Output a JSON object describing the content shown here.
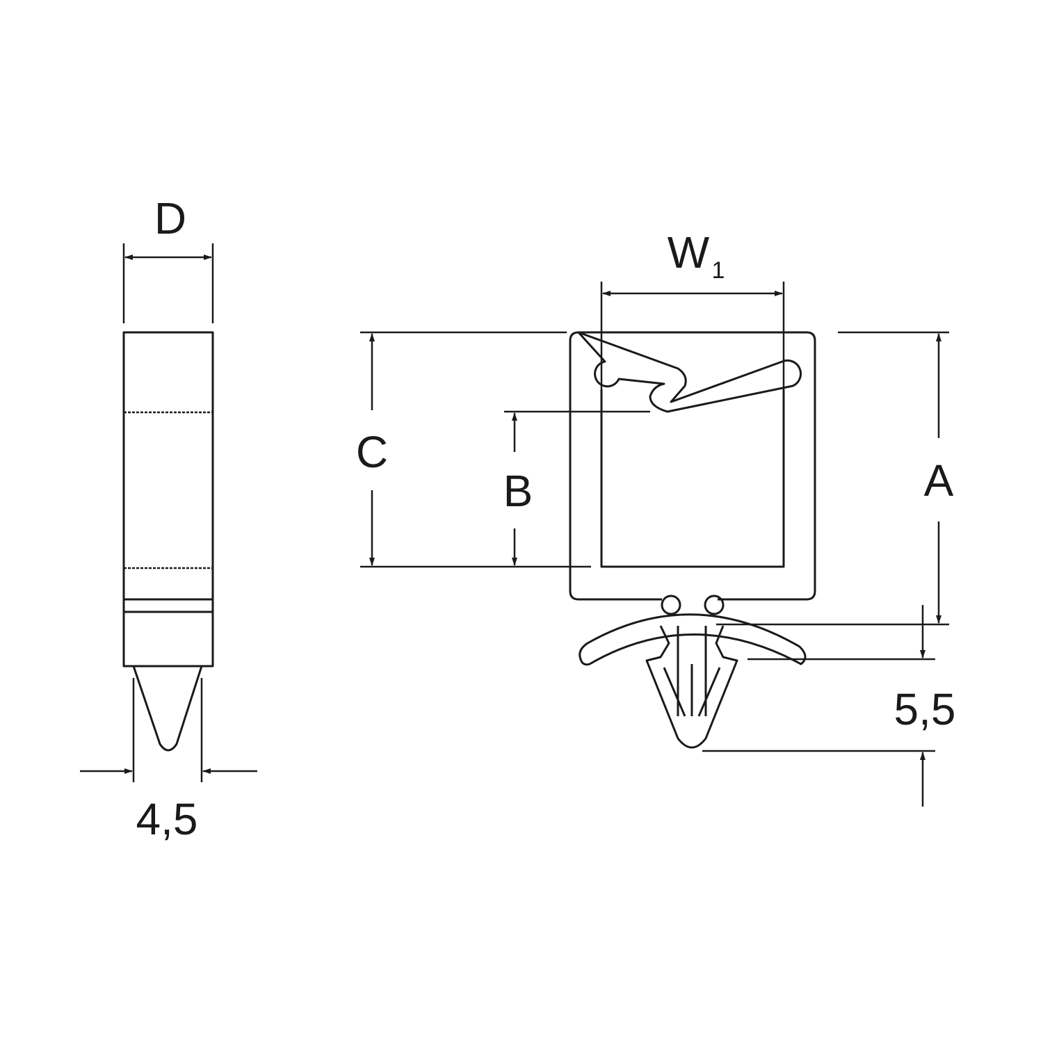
{
  "labels": {
    "depth": "D",
    "width": "W",
    "width_sub": "1",
    "height_c": "C",
    "height_b": "B",
    "height_a": "A",
    "pin_length": "5,5",
    "pin_diameter": "4,5"
  }
}
